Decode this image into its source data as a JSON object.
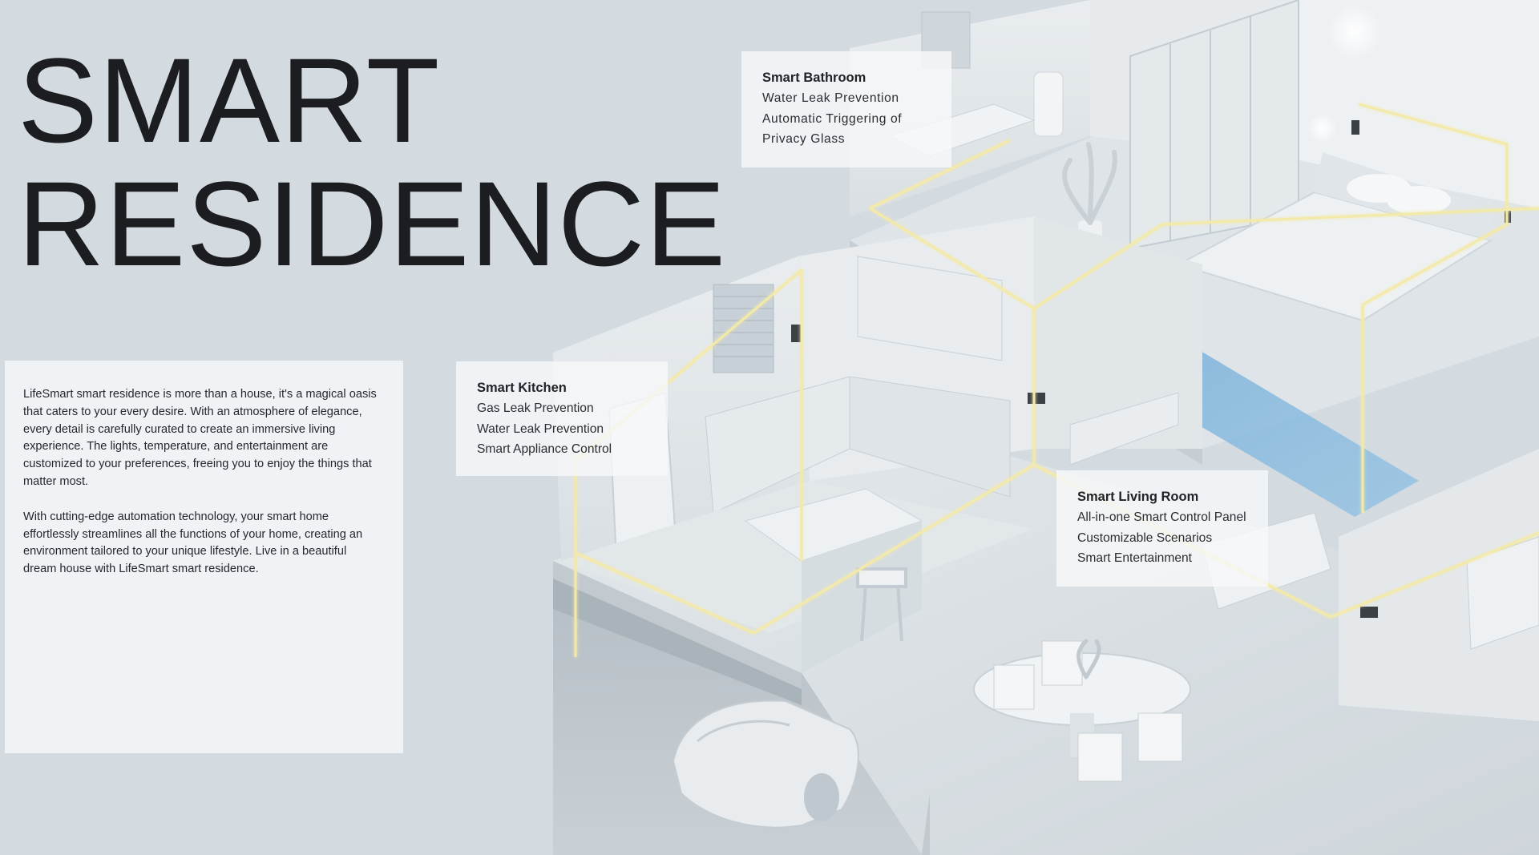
{
  "page": {
    "title_lines": [
      "SMART",
      "RESIDENCE"
    ],
    "intro_paragraphs": [
      "LifeSmart smart residence is more than a house, it's a magical oasis that caters to your every desire. With an atmosphere of elegance, every detail is carefully curated to create an immersive living experience. The lights, temperature, and entertainment are customized to your preferences, freeing you to enjoy the things that matter most.",
      "With cutting-edge automation technology, your smart home effortlessly streamlines all the functions of your home, creating an environment tailored to your unique lifestyle. Live in a beautiful dream house with LifeSmart smart residence."
    ]
  },
  "callouts": {
    "bathroom": {
      "title": "Smart Bathroom",
      "items": [
        "Water Leak Prevention",
        "Automatic Triggering of",
        "Privacy Glass"
      ]
    },
    "kitchen": {
      "title": "Smart Kitchen",
      "items": [
        "Gas Leak Prevention",
        "Water Leak Prevention",
        "Smart Appliance Control"
      ]
    },
    "living_room": {
      "title": "Smart Living Room",
      "items": [
        "All-in-one Smart Control Panel",
        "Customizable Scenarios",
        "Smart Entertainment"
      ]
    }
  },
  "colors": {
    "background": "#d3dbe0",
    "wiring_glow": "#f5ecb0",
    "floor_highlight": "#7fb4dc",
    "title_text": "#1c1d20"
  },
  "illustration": {
    "icons": [
      "isometric-house-cutaway",
      "car-icon",
      "bed-icon",
      "dining-table-icon",
      "plant-icon",
      "wardrobe-icon",
      "toilet-icon",
      "fridge-icon",
      "control-panel-icon"
    ]
  }
}
